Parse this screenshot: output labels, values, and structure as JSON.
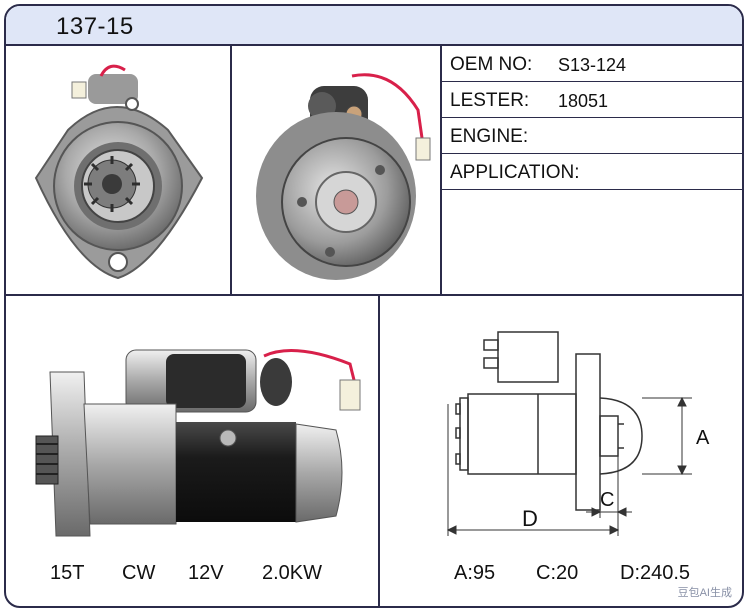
{
  "part_number": "137-15",
  "specs": [
    {
      "label": "OEM NO:",
      "value": "S13-124"
    },
    {
      "label": "LESTER:",
      "value": "18051"
    },
    {
      "label": "ENGINE:",
      "value": ""
    },
    {
      "label": "APPLICATION:",
      "value": ""
    }
  ],
  "features": {
    "teeth": "15T",
    "rotation": "CW",
    "voltage": "12V",
    "power": "2.0KW"
  },
  "dimension_labels": {
    "a": "A",
    "c": "C",
    "d": "D"
  },
  "dimensions": {
    "a": "A:95",
    "c": "C:20",
    "d": "D:240.5"
  },
  "watermark": "豆包AI生成",
  "colors": {
    "border": "#2b2b4a",
    "title_bg": "#dfe6f7",
    "wire": "#d8204a"
  }
}
